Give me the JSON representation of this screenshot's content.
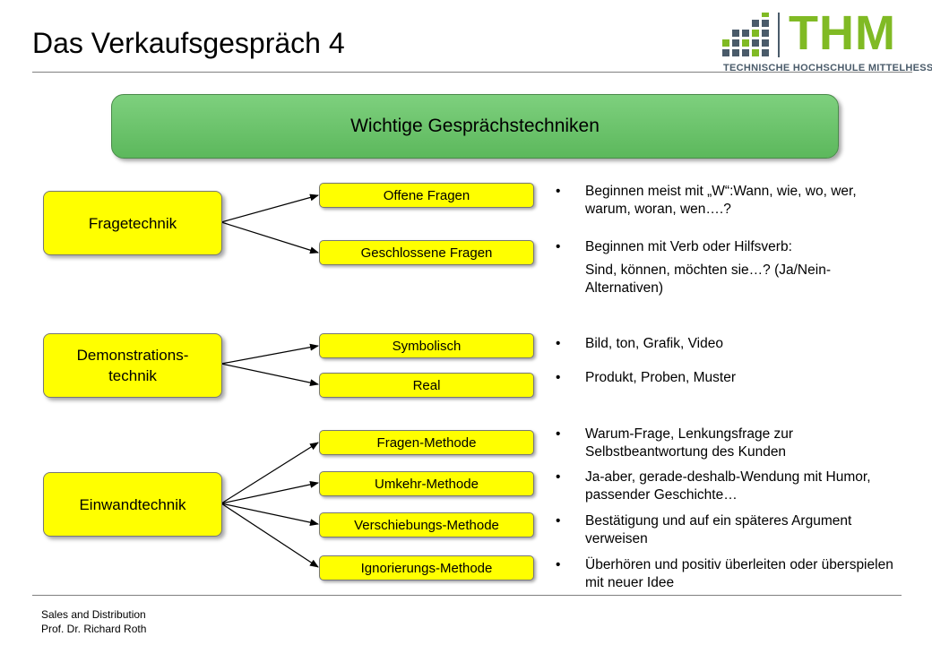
{
  "slide": {
    "title": "Das Verkaufsgespräch 4",
    "banner": "Wichtige Gesprächstechniken"
  },
  "logo": {
    "wordmark": "THM",
    "subtitle": "TECHNISCHE HOCHSCHULE MITTELHESSEN",
    "colors": {
      "green": "#80ba24",
      "grey": "#4a5b6a"
    }
  },
  "categories": [
    {
      "label": "Fragetechnik"
    },
    {
      "label_line1": "Demonstrations-",
      "label_line2": "technik"
    },
    {
      "label": "Einwandtechnik"
    }
  ],
  "methods": [
    "Offene Fragen",
    "Geschlossene Fragen",
    "Symbolisch",
    "Real",
    "Fragen-Methode",
    "Umkehr-Methode",
    "Verschiebungs-Methode",
    "Ignorierungs-Methode"
  ],
  "bullets": [
    {
      "text": "Beginnen meist mit „W“:Wann, wie, wo, wer, warum, woran, wen….?"
    },
    {
      "text": "Beginnen mit Verb oder Hilfsverb:",
      "continuation": "Sind, können, möchten sie…? (Ja/Nein-Alternativen)"
    },
    {
      "text": "Bild, ton, Grafik, Video"
    },
    {
      "text": "Produkt, Proben, Muster"
    },
    {
      "text": "Warum-Frage, Lenkungsfrage zur Selbstbeantwortung des Kunden"
    },
    {
      "text": "Ja-aber, gerade-deshalb-Wendung mit Humor, passender Geschichte…"
    },
    {
      "text": "Bestätigung und auf ein späteres Argument verweisen"
    },
    {
      "text": "Überhören und positiv überleiten oder überspielen mit neuer Idee"
    }
  ],
  "bullet_symbol": "•",
  "footer": {
    "line1": "Sales and Distribution",
    "line2": "Prof. Dr. Richard Roth"
  },
  "colors": {
    "banner": "#5cb85c",
    "box": "#ffff00"
  }
}
